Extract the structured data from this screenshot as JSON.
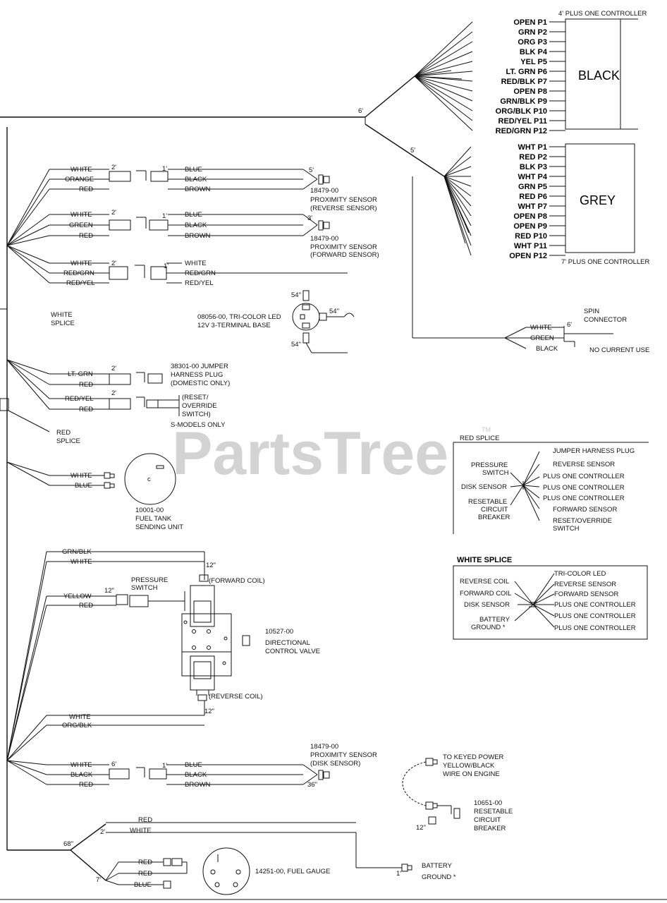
{
  "black_connector": {
    "title": "4' PLUS ONE CONTROLLER",
    "label": "BLACK",
    "pins": [
      "OPEN P1",
      "GRN P2",
      "ORG P3",
      "BLK P4",
      "YEL P5",
      "LT. GRN P6",
      "RED/BLK P7",
      "OPEN P8",
      "GRN/BLK P9",
      "ORG/BLK P10",
      "RED/YEL P11",
      "RED/GRN P12"
    ]
  },
  "grey_connector": {
    "title": "7' PLUS ONE CONTROLLER",
    "label": "GREY",
    "pins": [
      "WHT P1",
      "RED P2",
      "BLK P3",
      "WHT P4",
      "GRN P5",
      "RED P6",
      "WHT P7",
      "OPEN P8",
      "OPEN P9",
      "RED P10",
      "WHT P11",
      "OPEN P12"
    ]
  },
  "lengths": {
    "main_6": "6'",
    "branch_5": "5'",
    "l2a": "2'",
    "l1a": "1'",
    "l5a": "5'",
    "l2b": "2'",
    "l1b": "1'",
    "l3b": "3'",
    "l2c": "2'",
    "l1c": "1'",
    "l54a": "54\"",
    "l54b": "54\"",
    "l54c": "54\"",
    "l6a": "6'",
    "l2d": "2'",
    "l2e": "2'",
    "l12a": "12\"",
    "l12b": "12\"",
    "l12c": "12\"",
    "l6b": "6'",
    "l1d": "1'",
    "l36": "36\"",
    "l68": "68\"",
    "l2f": "2'",
    "l7": "7'",
    "l1e": "1'",
    "l12d": "12\""
  },
  "reverse_sensor": {
    "wires_left": [
      "WHITE",
      "ORANGE",
      "RED"
    ],
    "wires_right": [
      "BLUE",
      "BLACK",
      "BROWN"
    ],
    "part": "18479-00",
    "name": "PROXIMITY SENSOR",
    "sub": "(REVERSE SENSOR)"
  },
  "forward_sensor": {
    "wires_left": [
      "WHITE",
      "GREEN",
      "RED"
    ],
    "wires_right": [
      "BLUE",
      "BLACK",
      "BROWN"
    ],
    "part": "18479-00",
    "name": "PROXIMITY SENSOR",
    "sub": "(FORWARD SENSOR)"
  },
  "led_harness": {
    "wires_left": [
      "WHITE",
      "RED/GRN",
      "RED/YEL"
    ],
    "wires_right": [
      "WHITE",
      "RED/GRN",
      "RED/YEL"
    ]
  },
  "white_splice_label": [
    "WHITE",
    "SPLICE"
  ],
  "tricolor_led": [
    "08056-00, TRI-COLOR LED",
    "12V 3-TERMINAL BASE"
  ],
  "spin_connector": {
    "label": [
      "SPIN",
      "CONNECTOR"
    ],
    "wires": [
      "WHITE",
      "GREEN",
      "BLACK"
    ],
    "note": "NO CURRENT USE"
  },
  "jumper_plug": {
    "wires": [
      "LT. GRN",
      "RED"
    ],
    "label": [
      "38301-00 JUMPER",
      "HARNESS PLUG",
      "(DOMESTIC ONLY)"
    ]
  },
  "reset_switch": {
    "wires": [
      "RED/YEL",
      "RED"
    ],
    "label": [
      "(RESET/",
      "OVERRIDE",
      "SWITCH)"
    ],
    "note": "S-MODELS ONLY"
  },
  "red_splice_label": [
    "RED",
    "SPLICE"
  ],
  "fuel_tank": {
    "wires": [
      "WHITE",
      "BLUE"
    ],
    "label": [
      "10001-00",
      "FUEL TANK",
      "SENDING UNIT"
    ]
  },
  "red_splice_box": {
    "title": "RED SPLICE",
    "left": [
      "PRESSURE",
      "SWITCH",
      "DISK SENSOR",
      "RESETABLE",
      "CIRCUIT",
      "BREAKER"
    ],
    "right": [
      "JUMPER HARNESS PLUG",
      "REVERSE SENSOR",
      "PLUS ONE CONTROLLER",
      "PLUS ONE CONTROLLER",
      "PLUS ONE CONTROLLER",
      "FORWARD SENSOR",
      "RESET/OVERRIDE",
      "SWITCH"
    ]
  },
  "white_splice_box": {
    "title": "WHITE SPLICE",
    "left": [
      "REVERSE COIL",
      "FORWARD COIL",
      "DISK SENSOR",
      "BATTERY",
      "GROUND *"
    ],
    "right": [
      "TRI-COLOR LED",
      "REVERSE SENSOR",
      "FORWARD SENSOR",
      "PLUS ONE CONTROLLER",
      "PLUS ONE CONTROLLER",
      "PLUS ONE CONTROLLER"
    ]
  },
  "valve": {
    "wires_top": [
      "GRN/BLK",
      "WHITE"
    ],
    "pressure_switch": [
      "PRESSURE",
      "SWITCH"
    ],
    "wires_mid": [
      "YELLOW",
      "RED"
    ],
    "forward_coil": "(FORWARD COIL)",
    "reverse_coil": "(REVERSE COIL)",
    "label": [
      "10527-00",
      "DIRECTIONAL",
      "CONTROL VALVE"
    ],
    "wires_bottom": [
      "WHITE",
      "ORG/BLK"
    ]
  },
  "disk_sensor": {
    "wires_left": [
      "WHITE",
      "BLACK",
      "RED"
    ],
    "wires_right": [
      "BLUE",
      "BLACK",
      "BROWN"
    ],
    "part": "18479-00",
    "name": "PROXIMITY SENSOR",
    "sub": "(DISK SENSOR)"
  },
  "keyed_power": [
    "TO KEYED POWER",
    "YELLOW/BLACK",
    "WIRE ON ENGINE"
  ],
  "breaker": [
    "10651-00",
    "RESETABLE",
    "CIRCUIT",
    "BREAKER"
  ],
  "bottom": {
    "wires_top": [
      "RED",
      "WHITE"
    ],
    "wires_gauge": [
      "RED",
      "RED",
      "BLUE"
    ],
    "gauge": "14251-00, FUEL GAUGE",
    "battery": [
      "BATTERY",
      "GROUND *"
    ]
  },
  "watermark": {
    "text": "PartsTree",
    "tm": "TM"
  }
}
